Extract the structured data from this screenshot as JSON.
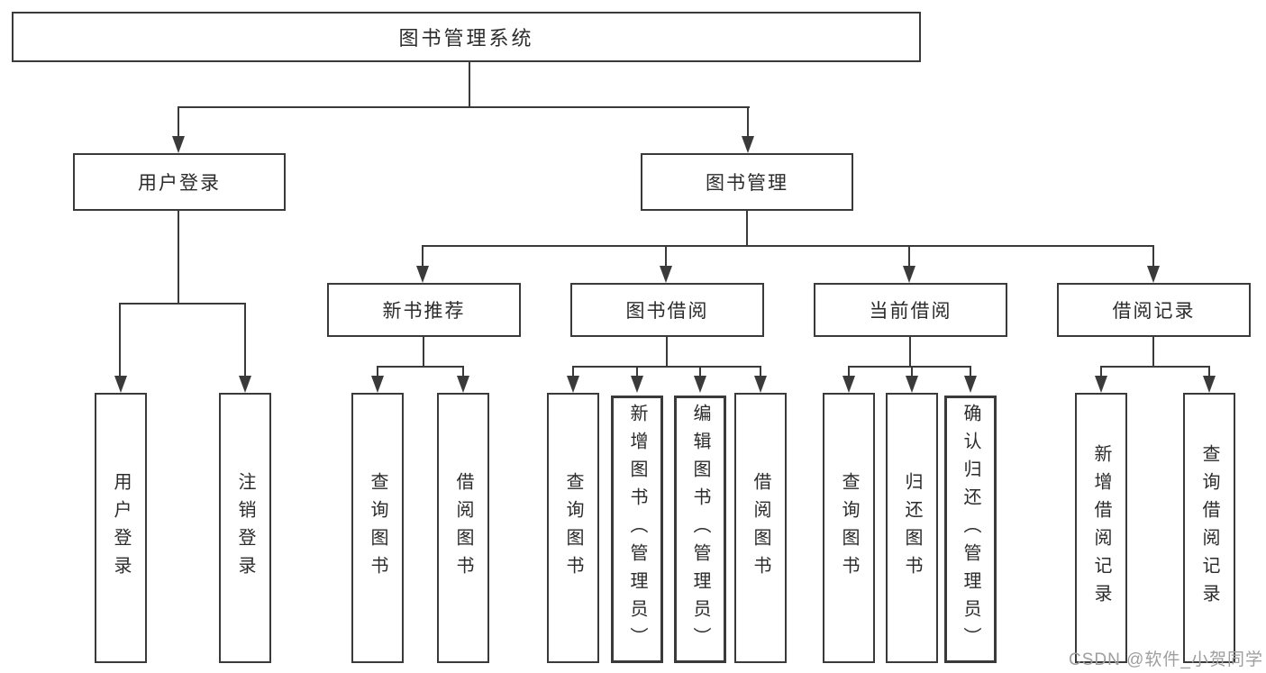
{
  "colors": {
    "line": "#3a3a3a",
    "text": "#2b2b2b",
    "background": "#ffffff",
    "watermark": "#9e9e9e"
  },
  "tree": {
    "root": {
      "label": "图书管理系统"
    },
    "user_login": {
      "label": "用户登录",
      "children": [
        {
          "label": "用户登录"
        },
        {
          "label": "注销登录"
        }
      ]
    },
    "book_mgmt": {
      "label": "图书管理",
      "sections": [
        {
          "label": "新书推荐",
          "children": [
            {
              "label": "查询图书"
            },
            {
              "label": "借阅图书"
            }
          ]
        },
        {
          "label": "图书借阅",
          "children": [
            {
              "label": "查询图书"
            },
            {
              "label": "新增图书（管理员）"
            },
            {
              "label": "编辑图书（管理员）"
            },
            {
              "label": "借阅图书"
            }
          ]
        },
        {
          "label": "当前借阅",
          "children": [
            {
              "label": "查询图书"
            },
            {
              "label": "归还图书"
            },
            {
              "label": "确认归还（管理员）"
            }
          ]
        },
        {
          "label": "借阅记录",
          "children": [
            {
              "label": "新增借阅记录"
            },
            {
              "label": "查询借阅记录"
            }
          ]
        }
      ]
    }
  },
  "watermark": {
    "text": "CSDN @软件_小贺同学"
  }
}
